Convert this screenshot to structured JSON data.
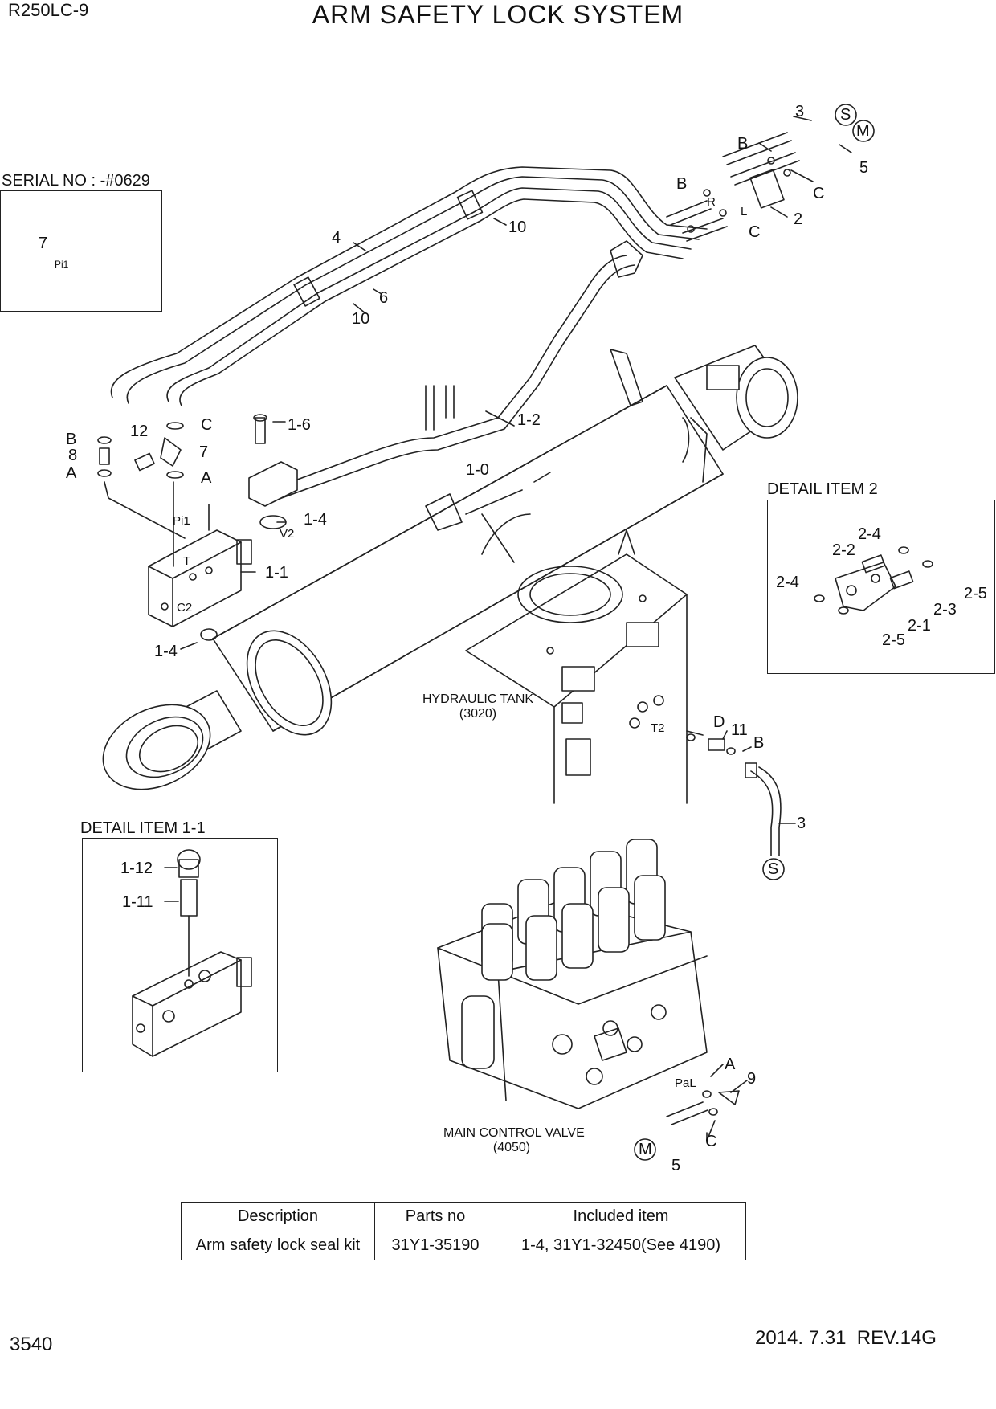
{
  "header": {
    "model": "R250LC-9",
    "title": "ARM SAFETY LOCK SYSTEM"
  },
  "serial_box": {
    "title": "SERIAL NO : -#0629",
    "callout": "7",
    "port": "Pi1"
  },
  "detail_2": {
    "title": "DETAIL ITEM 2",
    "callouts": [
      "2-4",
      "2-2",
      "2-4",
      "2-5",
      "2-3",
      "2-1",
      "2-5"
    ]
  },
  "detail_1_1": {
    "title": "DETAIL ITEM 1-1",
    "callouts": [
      "1-12",
      "1-11"
    ]
  },
  "callouts": {
    "c3_top": "3",
    "s_top": "S",
    "m_top": "M",
    "b_top1": "B",
    "b_top2": "B",
    "c_top1": "C",
    "c_top2": "C",
    "five_top": "5",
    "two": "2",
    "r_port": "R",
    "l_port": "L",
    "ten_a": "10",
    "ten_b": "10",
    "four": "4",
    "six": "6",
    "b_left": "B",
    "eight": "8",
    "a_left": "A",
    "twelve": "12",
    "seven": "7",
    "c_left": "C",
    "a_left2": "A",
    "one_six": "1-6",
    "one_two": "1-2",
    "one_zero": "1-0",
    "one_four_a": "1-4",
    "one_four_b": "1-4",
    "one_one": "1-1",
    "pi1": "Pi1",
    "t_port": "T",
    "v2_port": "V2",
    "c2_port": "C2",
    "d": "D",
    "eleven": "11",
    "b_right": "B",
    "three_right": "3",
    "s_right": "S",
    "t2_port": "T2",
    "a_bottom": "A",
    "nine": "9",
    "c_bottom": "C",
    "m_bottom": "M",
    "five_bottom": "5",
    "pal_port": "PaL"
  },
  "hydraulic_tank": {
    "name": "HYDRAULIC TANK",
    "ref": "(3020)"
  },
  "main_control_valve": {
    "name": "MAIN CONTROL VALVE",
    "ref": "(4050)"
  },
  "parts_table": {
    "headers": [
      "Description",
      "Parts no",
      "Included item"
    ],
    "rows": [
      [
        "Arm safety lock seal kit",
        "31Y1-35190",
        "1-4, 31Y1-32450(See 4190)"
      ]
    ]
  },
  "footer": {
    "page": "3540",
    "date_rev": "2014. 7.31  REV.14G"
  }
}
